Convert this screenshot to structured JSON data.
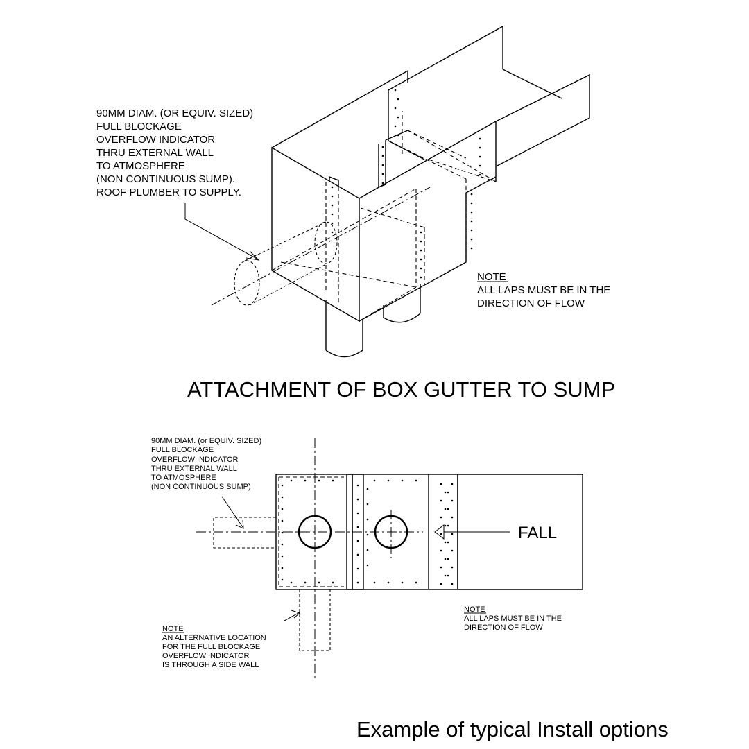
{
  "iso": {
    "callout_lines": [
      "90MM DIAM. (OR EQUIV. SIZED)",
      "FULL BLOCKAGE",
      "OVERFLOW INDICATOR",
      "THRU EXTERNAL WALL",
      "TO ATMOSPHERE",
      "(NON CONTINUOUS SUMP).",
      "ROOF PLUMBER TO SUPPLY."
    ],
    "note_title": "NOTE",
    "note_lines": [
      "ALL LAPS MUST BE IN THE",
      "DIRECTION OF FLOW"
    ],
    "title": "ATTACHMENT OF BOX GUTTER TO SUMP"
  },
  "plan": {
    "callout_lines": [
      "90MM DIAM. (or EQUIV. SIZED)",
      "FULL BLOCKAGE",
      "OVERFLOW INDICATOR",
      "THRU EXTERNAL WALL",
      "TO ATMOSPHERE",
      "(NON CONTINUOUS SUMP)"
    ],
    "fall_label": "FALL",
    "note_title": "NOTE",
    "note_lines": [
      "ALL LAPS MUST BE IN THE",
      "DIRECTION OF FLOW"
    ],
    "alt_note_title": "NOTE",
    "alt_note_lines": [
      "AN ALTERNATIVE LOCATION",
      "FOR THE FULL BLOCKAGE",
      "OVERFLOW INDICATOR",
      "IS THROUGH A SIDE WALL"
    ]
  },
  "caption": "Example of typical Install options"
}
